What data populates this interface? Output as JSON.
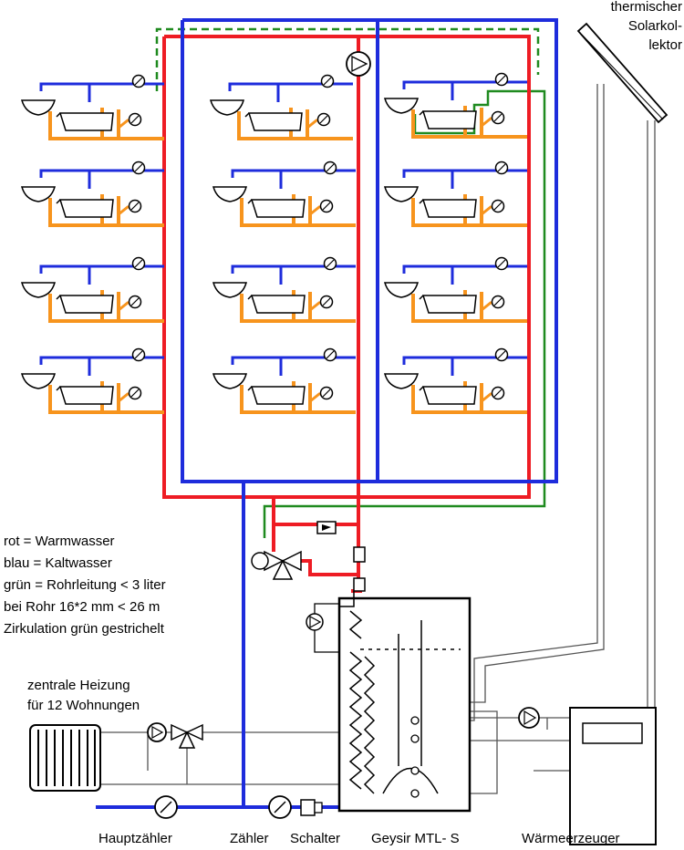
{
  "legend": {
    "red": "rot = Warmwasser",
    "blue": "blau = Kaltwasser",
    "green": "grün = Rohrleitung < 3 liter",
    "pipe": "bei Rohr 16*2 mm < 26 m",
    "circulation": "Zirkulation grün gestrichelt"
  },
  "heating": {
    "line1": "zentrale Heizung",
    "line2": "für 12 Wohnungen"
  },
  "solar": {
    "line1": "thermischer",
    "line2": "Solarkol-",
    "line3": "lektor"
  },
  "labels": {
    "main_meter": "Hauptzähler",
    "meter": "Zähler",
    "switch": "Schalter",
    "storage": "Geysir MTL- S",
    "heat_generator": "Wärmeerzeuger"
  },
  "colors": {
    "hot": "#ee1c24",
    "cold": "#1e2cdc",
    "green": "#1f8a1f",
    "fixture": "#f7941d",
    "gray": "#555555"
  }
}
